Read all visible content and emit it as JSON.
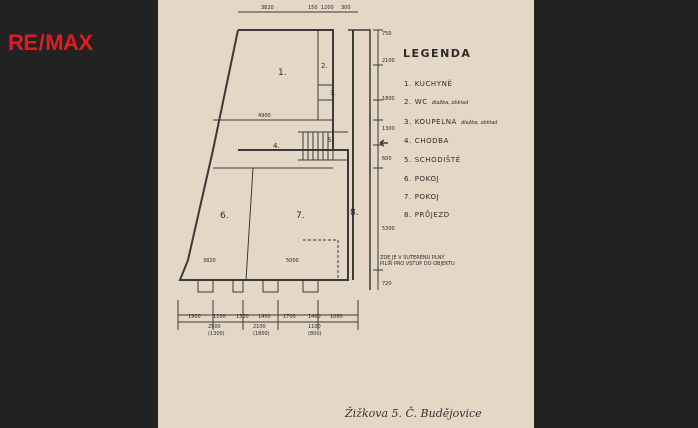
{
  "brand": {
    "re": "RE",
    "slash": "/",
    "max": "MAX"
  },
  "legend": {
    "title": "LEGENDA",
    "items": [
      {
        "num": "1.",
        "label": "KUCHYNĚ",
        "note": ""
      },
      {
        "num": "2.",
        "label": "WC",
        "note": "dlažba, obklad"
      },
      {
        "num": "3.",
        "label": "KOUPELNA",
        "note": "dlažba, obklad"
      },
      {
        "num": "4.",
        "label": "CHODBA",
        "note": ""
      },
      {
        "num": "5.",
        "label": "SCHODIŠTĚ",
        "note": ""
      },
      {
        "num": "6.",
        "label": "POKOJ",
        "note": ""
      },
      {
        "num": "7.",
        "label": "POKOJ",
        "note": ""
      },
      {
        "num": "8.",
        "label": "PRŮJEZD",
        "note": ""
      }
    ]
  },
  "rooms": {
    "r1": "1.",
    "r2": "2.",
    "r3": "3.",
    "r4": "4.",
    "r5": "5.",
    "r6": "6.",
    "r7": "7.",
    "r8": "8."
  },
  "dims": {
    "top1": "3820",
    "top2": "150",
    "top3": "1200",
    "top4": "300",
    "right1": "750",
    "right2": "2100",
    "right3": "1800",
    "right4": "1300",
    "right5": "600",
    "right6": "5300",
    "right7": "720",
    "inner1": "4900",
    "inner2": "3820",
    "inner3": "5000",
    "bot1": "1900",
    "bot2": "1100",
    "bot3": "1300",
    "bot4": "1400",
    "bot5": "1700",
    "bot6": "1400",
    "bot7": "1080",
    "bot8": "2500",
    "bot9": "(1300)",
    "bot10": "2100",
    "bot11": "(1800)",
    "bot12": "1100",
    "bot13": "(800)"
  },
  "note": {
    "line1": "ZDE JE V SUTERÉNU PLNÝ",
    "line2": "PILÍŘ PRO VSTUP DO OBJEKTU"
  },
  "caption": "Žižkova 5. Č. Budějovice"
}
